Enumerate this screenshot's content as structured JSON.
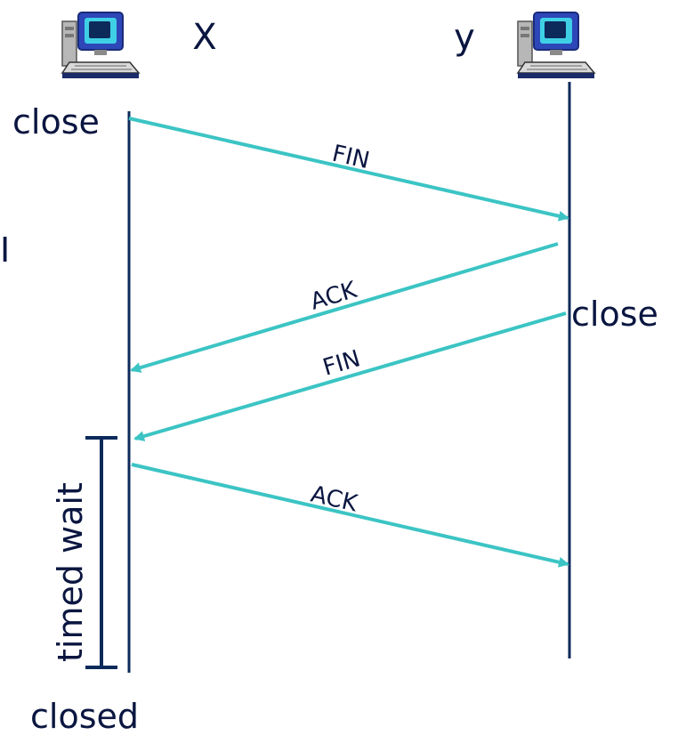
{
  "hosts": {
    "left": {
      "name": "X",
      "icon": "desktop-computer-icon"
    },
    "right": {
      "name": "y",
      "icon": "desktop-computer-icon"
    }
  },
  "events": {
    "x_close": "close",
    "y_close": "close",
    "x_closed": "closed",
    "left_marker": "I"
  },
  "timer": {
    "label": "timed wait"
  },
  "messages": [
    {
      "label": "FIN",
      "from": "X",
      "to": "y"
    },
    {
      "label": "ACK",
      "from": "y",
      "to": "X"
    },
    {
      "label": "FIN",
      "from": "y",
      "to": "X"
    },
    {
      "label": "ACK",
      "from": "X",
      "to": "y"
    }
  ],
  "colors": {
    "timeline": "#0c2a5a",
    "arrow": "#3cc4c4",
    "text": "#0a1640",
    "monitor_blue": "#2d47b8",
    "monitor_cyan": "#3fd0e6",
    "case_gray": "#b7b7b7"
  }
}
